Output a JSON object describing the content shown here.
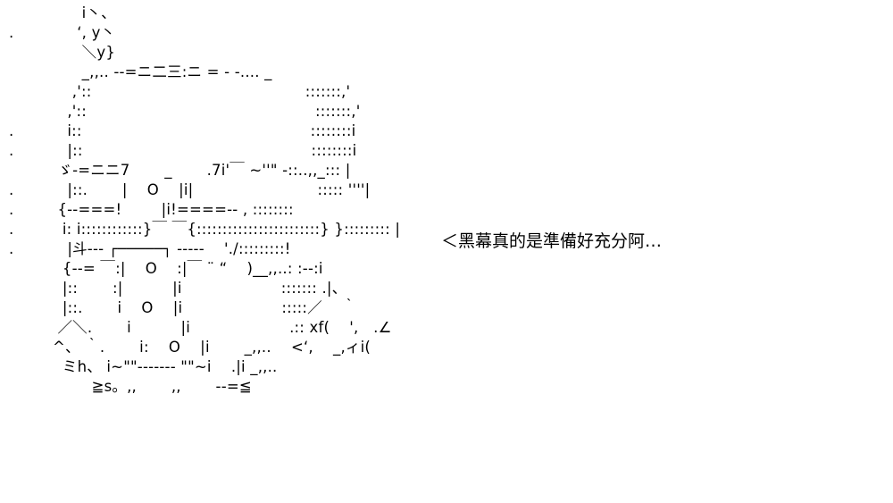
{
  "art": {
    "lines": [
      "               i丶、",
      ".             ‘, y丶",
      "               ＼y}",
      "               _,,.. --=ニ二三:ニ = - -.... _",
      "             ,':: 　　　　　　　　　　　　　　:::::::,'",
      "            ,':: 　　　　　　　　　　　　　　　:::::::,'",
      ".           i:: 　　　　　　　　　　　　　　　::::::::i",
      ".           |:: 　　　　　　　　　　　　　　　::::::::i",
      "          ゞ-=ニニ7 　　_ 　　.7i'￣ ~''\" -::..,,_::: |",
      ".           |::. 　　|　 O 　|i| 　　　　　　　　::::: ''''|",
      ".         {--===! 　 　|i!====-- , ::::::::",
      ".          i: i::::::::::::}￣ ￣{::::::::::::::::::::::::} }::::::::: |",
      ".           |斗--- ┌─────┐ ----- 　'./:::::::::!",
      "           {--= ￣:| 　O 　:|￣ ¨ “ 　)__,,..: :--:i",
      "           |:: 　　:| 　　　|i 　　　　　　 ::::::: .|、",
      "           |::. 　　i 　O 　|i 　　　　　　 :::::／ 　｀",
      "          ／＼. 　　i 　　　|i 　　　　　　 .:: xf( 　',　.∠",
      "         ^、 ｀. 　　i: 　O 　|i 　　_,,.. 　<‘, 　_,ィi(",
      "           ミh、 i~\"\"------- \"\"~i 　.|i _,,..",
      "                 ≧s。,, 　　,, 　　--=≦"
    ]
  },
  "speech": {
    "text": "＜黑幕真的是準備好充分阿…"
  }
}
